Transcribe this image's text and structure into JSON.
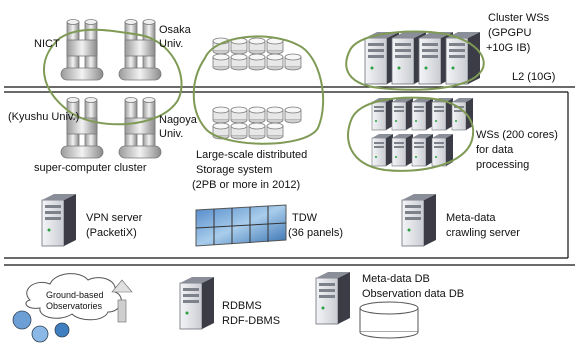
{
  "top_zone": {
    "nict_label": "NICT",
    "osaka_label_1": "Osaka",
    "osaka_label_2": "Univ.",
    "kyushu_label": "(Kyushu Univ.)",
    "nagoya_label_1": "Nagoya",
    "nagoya_label_2": "Univ.",
    "supercomputer_label": "super-computer cluster",
    "storage_label_1": "Large-scale distributed",
    "storage_label_2": "Storage system",
    "storage_label_3": "(2PB or more in 2012)",
    "cluster_label_1": "Cluster WSs",
    "cluster_label_2": "(GPGPU",
    "cluster_label_3": "+10G IB)",
    "l2_label": "L2 (10G)",
    "ws_label_1": "WSs (200 cores)",
    "ws_label_2": "for data",
    "ws_label_3": "processing"
  },
  "middle_zone": {
    "vpn_label_1": "VPN server",
    "vpn_label_2": "(PacketiX)",
    "tdw_label_1": "TDW",
    "tdw_label_2": "(36 panels)",
    "metadata_server_label_1": "Meta-data",
    "metadata_server_label_2": "crawling server"
  },
  "bottom_zone": {
    "observatories_label_1": "Ground-based",
    "observatories_label_2": "Observatories",
    "rdbms_label_1": "RDBMS",
    "rdbms_label_2": "RDF-DBMS",
    "metadb_label_1": "Meta-data DB",
    "metadb_label_2": "Observation data DB"
  },
  "colors": {
    "network_green": "#7f9a55",
    "line_black": "#111111",
    "server_dark": "#3c3c46",
    "server_light": "#d9dbe0",
    "tdw_blue": "#6fa3d8"
  }
}
